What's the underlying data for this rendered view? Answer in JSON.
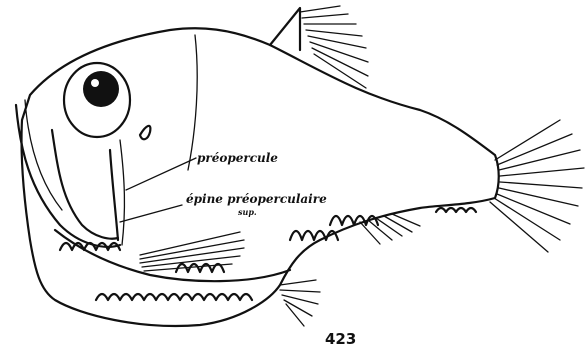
{
  "labels": {
    "preopercule": "préopercule",
    "epine_line1": "épine préoperculaire",
    "epine_line2": "sup."
  },
  "figure_number": "423"
}
